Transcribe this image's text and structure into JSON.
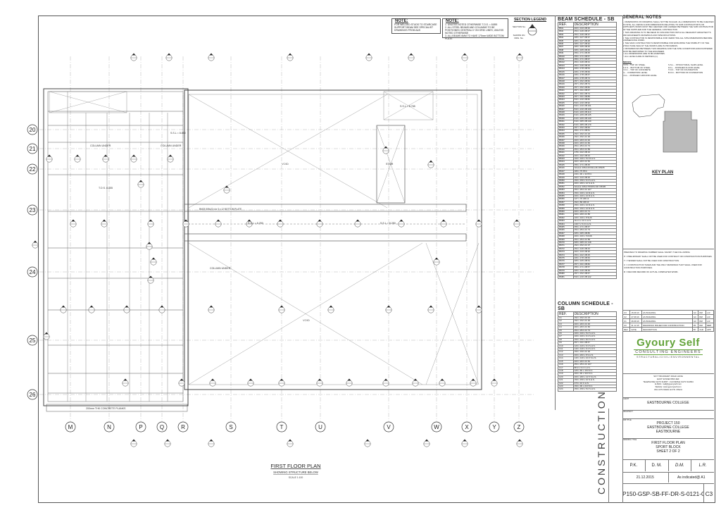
{
  "notes": {
    "note1_title": "NOTE:",
    "note1_text": "FOR WELDED STUDS TO STAIRCASE SUPPORT BEAM SEE SPECIALIST DRAWINGS FROM A&S",
    "note2_title": "NOTE:",
    "note2_lines": [
      "1. UNLESS NOTED OTHERWISE T.O.S. = 8.855",
      "2. ALL STEEL BEAMS AND COLUMNS TO BE POSITIONED CENTRALLY ON GRID LINES, UNLESS NOTED OTHERWISE",
      "3. ALL BEAMS 6MM TO HAVE 175mm WIDE BOTTOM PLATE"
    ],
    "section_legend_title": "SECTION LEGEND",
    "section_no_label": "SECTION No.",
    "shown_on_label": "SHOWN ON DRG. No."
  },
  "beam_schedule": {
    "title": "BEAM SCHEDULE - SB",
    "col_ref": "REF.",
    "col_desc": "DESCRIPTION",
    "rows": [
      [
        "BM1",
        "203 x 133 UB 30"
      ],
      [
        "BM2",
        "254 x 146 UB 37"
      ],
      [
        "BM3",
        "254 x 146 UB 37"
      ],
      [
        "BM4",
        "305 x 127 UB 37"
      ],
      [
        "BM5",
        "305 x 127 UB 48"
      ],
      [
        "BM6",
        "305 x 127 UB 42"
      ],
      [
        "BM7",
        "305 x 165 UB 40"
      ],
      [
        "BM8",
        "305 x 165 UB 46"
      ],
      [
        "BM9",
        "356 x 171 UB 45"
      ],
      [
        "BM10",
        "356 x 171 UB 57"
      ],
      [
        "BM11",
        "356 x 171 UB 67"
      ],
      [
        "BM12",
        "254 x 146 UB 31"
      ],
      [
        "BM13",
        "254 x 146 UB 43"
      ],
      [
        "BM14",
        "406 x 178 UB 54"
      ],
      [
        "BM15",
        "406 x 178 UB 60"
      ],
      [
        "BM16",
        "406 x 178 UB 67"
      ],
      [
        "BM17",
        "406 x 178 UB 74"
      ],
      [
        "BM18",
        "457 x 152 UB 52"
      ],
      [
        "BM19",
        "457 x 152 UB 74"
      ],
      [
        "BM20",
        "457 x 152 UB 82"
      ],
      [
        "BM21",
        "457 x 191 UB 67"
      ],
      [
        "BM22",
        "457 x 191 UB 74"
      ],
      [
        "BM23",
        "457 x 191 UB 89"
      ],
      [
        "BM24",
        "533 x 210 UB 82"
      ],
      [
        "BM25",
        "533 x 210 UB 92"
      ],
      [
        "BM26",
        "533 x 210 UB 101"
      ],
      [
        "BM27",
        "533 x 210 UB 109"
      ],
      [
        "BM28",
        "610 x 229 UB 113"
      ],
      [
        "BM29",
        "610 x 229 UB 125"
      ],
      [
        "BM30",
        "610 x 229 UB 140"
      ],
      [
        "BM31",
        "610 x 305 UB 149"
      ],
      [
        "BM32",
        "610 x 305 UB 179"
      ],
      [
        "BM33",
        "457 x 152 UB 60"
      ],
      [
        "BM34",
        "356 x 171 UB 51"
      ],
      [
        "BM35",
        "152 x 152 UC 23"
      ],
      [
        "BM36",
        "152 x 152 UC 30"
      ],
      [
        "BM37",
        "203 x 203 UC 46"
      ],
      [
        "BM38",
        "203 x 203 UC 60"
      ],
      [
        "BM39",
        "254 x 254 UC 73"
      ],
      [
        "BM40",
        "254 x 254 UC 89"
      ],
      [
        "BM41",
        "178 x 102 UB 19"
      ],
      [
        "BM42",
        "203 x 102 UB 23"
      ],
      [
        "BM43",
        "100 x 100 x 5.0 R.H.S."
      ],
      [
        "BM44",
        "203 x 203 UC 52"
      ],
      [
        "BM45",
        "356 x 171 UB 45"
      ],
      [
        "BM46",
        "Westok 406x140/191x46 CB305"
      ],
      [
        "BM47",
        "180 x 75 PFC"
      ],
      [
        "BM48",
        "230 x 90 x 32 PFC"
      ],
      [
        "BM49",
        "203 x 133 UB 25"
      ],
      [
        "BM50",
        "150 x 150 x 6.3 S.H.S."
      ],
      [
        "BM51",
        "200 x 200 x 10 S.H.S."
      ],
      [
        "BM52",
        "Westok 406x178/406x140 CB305"
      ],
      [
        "BM53",
        "254 x 254 UC 107"
      ],
      [
        "BM54",
        "150 x 100 x 10 R.H.S."
      ],
      [
        "BM55",
        "200 x 100 x 10 R.H.S."
      ],
      [
        "BM56",
        "127 x 76 UB 13"
      ],
      [
        "BM57",
        "152 x 89 UB 16"
      ],
      [
        "BM58",
        "150 x 100 x 10 R.H.S."
      ],
      [
        "BM59",
        "250 x 150 x 10 R.H.S."
      ],
      [
        "BM60",
        "203 x 203 UC 71"
      ],
      [
        "BM61",
        "300 x 200 UC 86"
      ],
      [
        "BM62",
        "100 x 100 x 8 SHS"
      ],
      [
        "BM63",
        "114.3 x 3.6 C.H.S."
      ],
      [
        "BM64",
        "139.7 x 5.0 C.H.S."
      ],
      [
        "BM65",
        "356 x 171 UB 67"
      ],
      [
        "BM66",
        "254 x 254 UC 73"
      ],
      [
        "BM67",
        "305 x 305 UB 86"
      ],
      [
        "BM68",
        "200 x 100 x 5 RHS"
      ],
      [
        "BM69",
        "254 x 254 UC 89"
      ],
      [
        "BM70",
        "305 x 305 UC 118"
      ],
      [
        "BM71",
        "152 x 152 UC 37"
      ],
      [
        "BM72",
        "254 x 146 UB 43"
      ],
      [
        "BM73",
        "203 x 133 UB 30"
      ],
      [
        "BM74",
        "254 x 102 UB 25"
      ],
      [
        "BM75",
        "406 x 178 UB 60"
      ],
      [
        "BM76",
        "305 x 165 UB 54"
      ],
      [
        "BM77",
        "457 x 191 UB 82"
      ],
      [
        "BM78",
        "356 x 171 UB 57"
      ],
      [
        "BM79",
        "406 x 140 UB 39"
      ],
      [
        "BM80",
        "457 x 152 UB 67"
      ],
      [
        "BM81",
        "533 x 210 UB 122"
      ]
    ]
  },
  "column_schedule": {
    "title": "COLUMN SCHEDULE - SB",
    "col_ref": "REF.",
    "col_desc": "DESCRIPTION",
    "rows": [
      [
        "C1",
        "152 x 152 UC 23"
      ],
      [
        "C2",
        "152 x 152 UC 30"
      ],
      [
        "C3",
        "203 x 203 UC 46"
      ],
      [
        "C4",
        "203 x 203 UC 60"
      ],
      [
        "C5",
        "254 x 254 UC 73"
      ],
      [
        "C6",
        "100 x 100 x 5.0 S.H.S."
      ],
      [
        "C7",
        "100 x 100 x 6.3 S.H.S."
      ],
      [
        "C8",
        "150 x 150 x 8.0 S.H.S."
      ],
      [
        "C9",
        "457 x 191 UB 67"
      ],
      [
        "C10",
        "120 x 120 x 6.3 S.H.S."
      ],
      [
        "C11",
        "140 x 140 x 6.3 S.H.S."
      ],
      [
        "C12",
        "150 x 150 UC 30"
      ],
      [
        "C13",
        "200 x 200 x 8 S.H.S."
      ],
      [
        "C14",
        "140 x 140 x 10.0 S.H.S."
      ],
      [
        "C15",
        "203 x 203 UC 52"
      ],
      [
        "C16",
        "254 x 254 UC 107"
      ],
      [
        "C17",
        "88.9 x 5.0 C.H.S."
      ],
      [
        "C18",
        "125 x 65 x 15 P.F.C."
      ],
      [
        "C19",
        "200 x 90 x 30 P.F.C."
      ],
      [
        "C20",
        "200 x 200 x 12.5 S.H.S."
      ],
      [
        "C21",
        "150 x 150 x 10 S.H.S."
      ],
      [
        "C22",
        "273 x 10 C.H.S."
      ],
      [
        "C23",
        "150 x 90 x 24 P.F.C."
      ],
      [
        "C24",
        "150 x 150 x 5.0 S.H.S."
      ]
    ]
  },
  "general_notes": {
    "title": "GENERAL NOTES",
    "items": [
      "1. DIMENSIONS ON DRAWING SHALL NOT BE SCALED. ALL DIMENSIONS TO BE CHECKED ON SITE. ALL DETAILS AND DIMENSIONS RELATING TO SUB CONTRACTOR'S OR SUPPLIER'S WORK MUST BE CHECKED AND AGREED BETWEEN THE SUB CONTRACTOR OR THE SUPPLIER AND THE GENERAL CONTRACTOR.",
      "2. THIS DRAWING IS TO BE READ IN CONJUNCTION WITH ALL RELEVANT ARCHITECT'S AND ENGINEER'S DRAWINGS AND SPECIFICATIONS.",
      "3. THE CONTRACTOR IS RESPONSIBLE FOR VERIFYING ALL SITE DIMENSIONS BEFORE COMMENCING WORK.",
      "4. THE MAIN CONTRACTOR IS RESPONSIBLE FOR ENSURING THE STABILITY OF THE STRUCTURE WHILST THE WORKS ARE IN PROGRESS.",
      "5. DIFFERENCES BETWEEN THIS DRAWING AND THE SITE CONDITIONS ENCOUNTERED MUST BE REPORTED TO THE ENGINEER.",
      "6. ALL DIMENSIONS ARE IN MILLIMETRES.",
      "7. ALL LEVELS ARE IN METRES (m)."
    ],
    "indices_title": "INDICES:",
    "indices": [
      [
        "T.O.S. - TOP OF STEEL",
        "S.S.L. - STRUCTURAL SLAB LEVEL"
      ],
      [
        "B.O.S. - BOTTOM OF STEEL",
        "F.F.L. - FINISHED FLOOR LEVEL"
      ],
      [
        "T.O.C. - TOP OF CONCRETE",
        "T.O.F. - TOP OF FOUNDATION"
      ],
      [
        "F.L. - FORMATION LEVEL",
        "B.O.F. - BOTTOM OF FOUNDATION"
      ],
      [
        "F.G.L. - FINISHED GROUND LEVEL",
        ""
      ]
    ],
    "key_plan_label": "KEY PLAN"
  },
  "revision_key": {
    "lines": [
      "PREFIXES TO DRAWING NUMBER SHALL SIGNIFY THE FOLLOWING",
      "P = PRELIMINARY  SHALL NOT BE USED FOR CONTRACT OR CONSTRUCTION PURPOSES.",
      "T = TENDER  SHALL NOT BE USED FOR CONSTRUCTION.",
      "C = CONSTRUCTION  TAKEN AND THE ONLY DRAWINGS THAT SHALL USED FOR CONSTRUCTION PURPOSES.",
      "R = RECORD  RECORD OF ACTUAL COMPLETED WORK."
    ],
    "revisions": [
      [
        "C3",
        "15.08.16",
        "AS BUILDING",
        "GC",
        "DM",
        "L.R."
      ],
      [
        "C2",
        "27.08.16",
        "AS BUILDING",
        "GC",
        "DM",
        "L.R."
      ],
      [
        "C1",
        "26.08.16",
        "AS BUILDING",
        "GC",
        "DM",
        "L.R."
      ],
      [
        "C0",
        "21.12.15",
        "DRAWINGS ISSUED FOR CONSTRUCTION",
        "PK",
        "DM",
        "MRP"
      ]
    ],
    "rev_headers": [
      "REV",
      "DATE",
      "DESCRIPTION",
      "BY",
      "CHK",
      "APP"
    ]
  },
  "title_block": {
    "logo_name": "Gyoury Self",
    "logo_sub1": "CONSULTING ENGINEERS",
    "logo_sub2": "STRUCTURAL/CIVIL/ENVIRONMENTAL",
    "address_lines": [
      "SKYY BOUNDARY ROAD HOVE",
      "EAST SUSSEX BN3 4EF",
      "TELEPHONE 01273 314837 - FACSIMILE 01273 314834",
      "E-MAIL: mail@gyouryself.com",
      "Website: www.gyouryself.com",
      "Also at Portslade and St. Albans"
    ],
    "client_label": "CLIENT",
    "client": "EASTBOURNE COLLEGE",
    "architect_label": "ARCHITECT",
    "job_label": "JOB TITLE",
    "job_lines": [
      "PROJECT 150",
      "EASTBOURNE COLLEGE",
      "EASTBOURNE"
    ],
    "drawing_title_label": "DRAWING TITLE",
    "drawing_title_lines": [
      "FIRST FLOOR PLAN",
      "SPORT BLOCK",
      "SHEET 2 OF 2"
    ],
    "drawn": "P.K.",
    "checked": "D. M.",
    "approved_1": "D.M.",
    "approved_2": "L.R.",
    "date": "21.12.2015",
    "scale": "As indicated@ A1",
    "drawing_no": "P150-GSP-SB-FF-DR-S-0121-C",
    "revision": "C3",
    "status_vertical": "CONSTRUCTION"
  },
  "plan": {
    "title": "FIRST FLOOR PLAN",
    "subtitle": "SHOWING STRUCTURE BELOW",
    "scale": "SCALE 1:100",
    "row_grids": [
      "20",
      "21",
      "22",
      "23",
      "24",
      "25",
      "26"
    ],
    "col_grids": [
      "M",
      "N",
      "P",
      "Q",
      "R",
      "S",
      "T",
      "U",
      "V",
      "W",
      "X",
      "Y",
      "Z"
    ],
    "labels": {
      "ssl_a": "S.S.L = 8.850",
      "ssl_b": "S.S.L = 8.785",
      "ssl_c": "S.S.L = 8.250",
      "ssl_d": "S.S.L = 8.250",
      "tos": "T.O.S. 8.855",
      "column_under_a": "COLUMN UNDER",
      "column_under_b": "COLUMN UNDER",
      "column_under_c": "COLUMN UNDER",
      "bottom_plate": "BM23 505x22 c/w 3 x 12 BOTTOM PLATE",
      "void_a": "VOID",
      "void_b": "VOID",
      "stair": "STAIR",
      "concrete_planks": "200mm THK CONCRETE PLANKS"
    }
  }
}
